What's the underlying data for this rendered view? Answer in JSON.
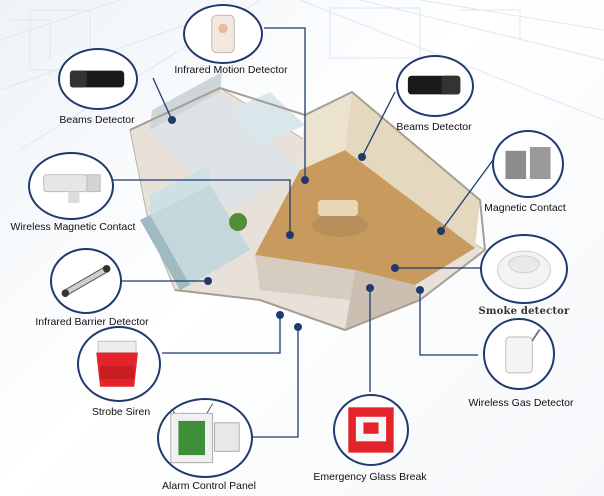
{
  "devices": {
    "infrared_motion": {
      "label": "Infrared Motion Detector"
    },
    "beams_left": {
      "label": "Beams Detector"
    },
    "beams_right": {
      "label": "Beams Detector"
    },
    "magnetic_contact": {
      "label": "Magnetic Contact"
    },
    "wireless_magnetic": {
      "label": "Wireless Magnetic Contact"
    },
    "smoke": {
      "label": "Smoke detector"
    },
    "infrared_barrier": {
      "label": "Infrared Barrier Detector"
    },
    "wireless_gas": {
      "label": "Wireless Gas Detector"
    },
    "strobe_siren": {
      "label": "Strobe Siren"
    },
    "alarm_panel": {
      "label": "Alarm Control Panel"
    },
    "glass_break": {
      "label": "Emergency Glass Break"
    }
  },
  "colors": {
    "connector": "#1f3b6e",
    "wall": "#cfc8c0",
    "floor": "#c99a5e",
    "siren_red": "#e4242b"
  }
}
